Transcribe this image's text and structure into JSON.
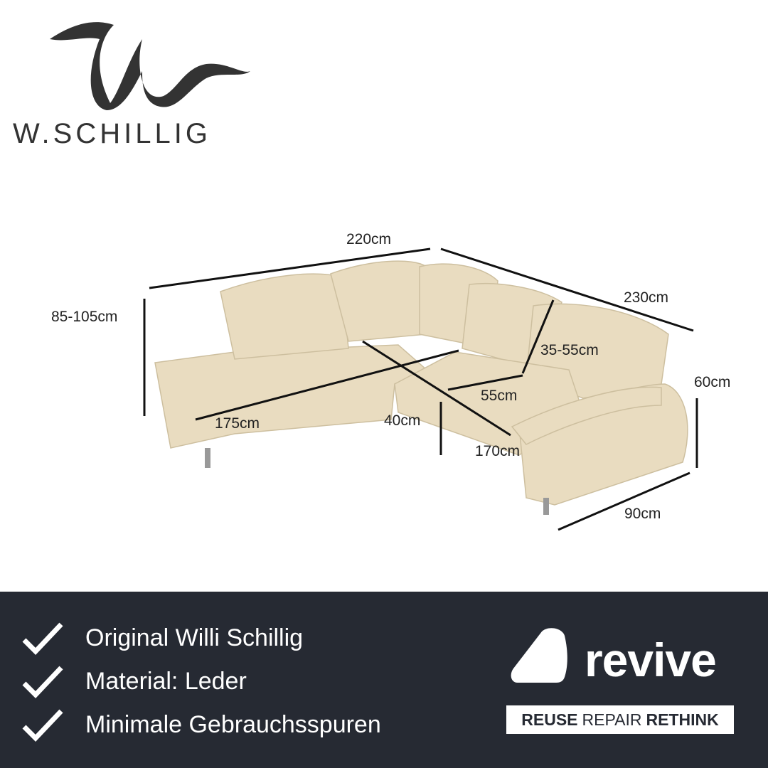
{
  "brand": {
    "logo_text": "W.SCHILLIG"
  },
  "dimensions": {
    "total_width": "220cm",
    "right_width": "230cm",
    "height": "85-105cm",
    "headrest": "35-55cm",
    "arm_height": "60cm",
    "seat_depth": "55cm",
    "seat_height": "40cm",
    "chaise_length": "175cm",
    "diagonal": "170cm",
    "arm_depth": "90cm"
  },
  "colors": {
    "banner": "#262a33",
    "sofa": "#e9dcc0",
    "text": "#222222"
  },
  "features": [
    {
      "icon": "checkmark-icon",
      "label": "Original Willi Schillig"
    },
    {
      "icon": "checkmark-icon",
      "label": "Material: Leder"
    },
    {
      "icon": "checkmark-icon",
      "label": "Minimale Gebrauchsspuren"
    }
  ],
  "revive": {
    "name": "revive",
    "tag_1": "REUSE",
    "tag_2": "REPAIR",
    "tag_3": "RETHINK"
  }
}
